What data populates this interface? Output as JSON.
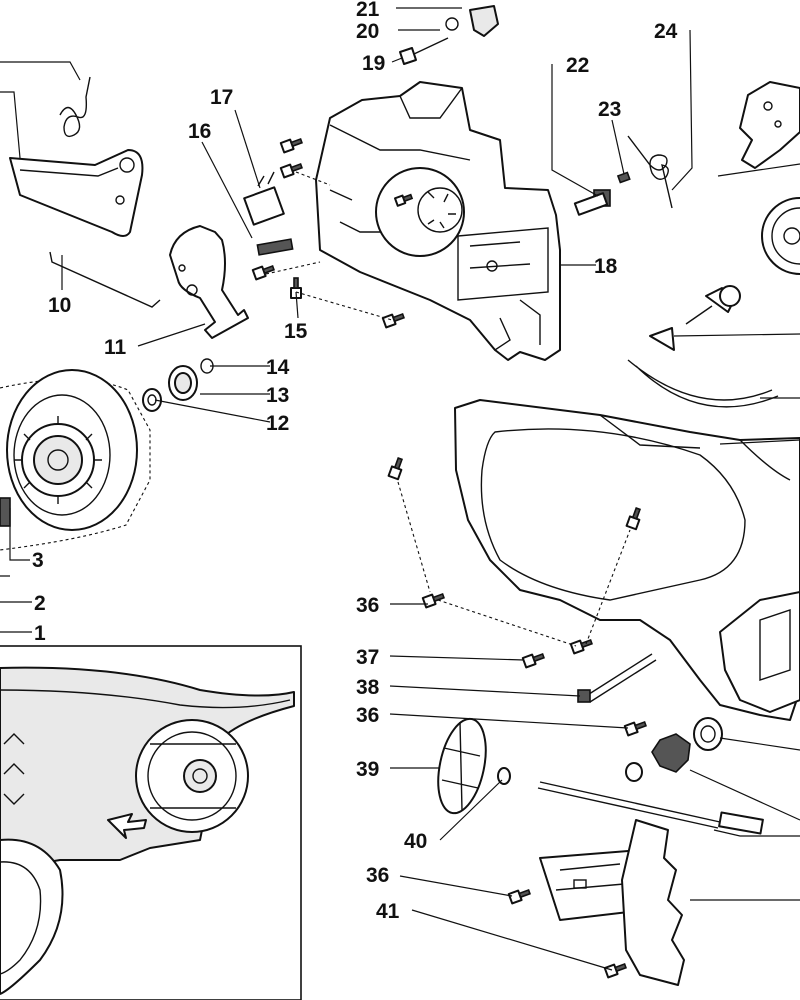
{
  "callouts": {
    "c1": "1",
    "c2": "2",
    "c3": "3",
    "c10": "10",
    "c11": "11",
    "c12": "12",
    "c13": "13",
    "c14": "14",
    "c15": "15",
    "c16": "16",
    "c17": "17",
    "c18": "18",
    "c19": "19",
    "c20": "20",
    "c21": "21",
    "c22": "22",
    "c23": "23",
    "c24": "24",
    "c36": "36",
    "c37": "37",
    "c38": "38",
    "c39": "39",
    "c40": "40",
    "c41": "41"
  }
}
